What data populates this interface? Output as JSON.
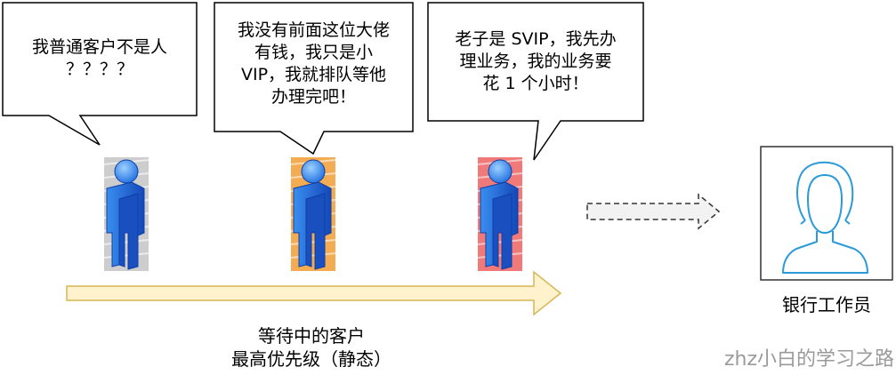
{
  "bubbles": [
    {
      "text": "我普通客户不是人\n？？？？"
    },
    {
      "text": "我没有前面这位大佬\n有钱，我只是小\nVIP，我就排队等他\n办理完吧！"
    },
    {
      "text": "老子是 SVIP，我先办\n理业务，我的业务要\n花 1 个小时！"
    }
  ],
  "customers": [
    {
      "tag": "gray",
      "color": "#c4c4c4"
    },
    {
      "tag": "orange",
      "color": "#f3a340"
    },
    {
      "tag": "red",
      "color": "#ee6a6a"
    }
  ],
  "queue_caption": {
    "line1": "等待中的客户",
    "line2": "最高优先级（静态）"
  },
  "clerk": {
    "label": "银行工作员"
  },
  "watermark": "zhz小白的学习之路",
  "colors": {
    "queue_arrow": "#fff2cc",
    "queue_arrow_stroke": "#d6b656",
    "person_blue": "#2f80e8",
    "person_dark": "#0f3fa6"
  }
}
